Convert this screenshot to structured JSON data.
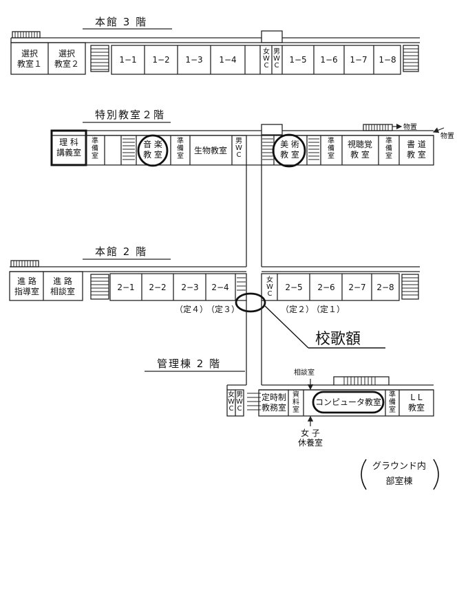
{
  "floors": {
    "honkan3": {
      "title": "本館 3 階",
      "rooms": [
        "選択\n教室１",
        "選択\n教室２",
        "1−1",
        "1−2",
        "1−3",
        "1−4",
        "女\nW\nC",
        "男\nW\nC",
        "1−5",
        "1−6",
        "1−7",
        "1−8"
      ]
    },
    "tokubetsu2": {
      "title": "特別教室２階",
      "rooms": [
        "理 科\n講義室",
        "準\n備\n室",
        "音 楽\n教 室",
        "準\n備\n室",
        "生物教室",
        "男\nW\nC",
        "美 術\n教 室",
        "準\n備\n室",
        "視聴覚\n教 室",
        "準\n備\n室",
        "書 道\n教 室"
      ],
      "storage1": "物置",
      "storage2": "物置"
    },
    "honkan2": {
      "title": "本館 2 階",
      "rooms": [
        "進 路\n指導室",
        "進 路\n相談室",
        "2−1",
        "2−2",
        "2−3",
        "2−4",
        "女\nW\nC",
        "2−5",
        "2−6",
        "2−7",
        "2−8"
      ],
      "tei_labels": [
        "（定４）",
        "（定３）",
        "（定２）",
        "（定１）"
      ]
    },
    "kanri2": {
      "title": "管理棟 2 階",
      "rooms": [
        "女\nW\nC",
        "男\nW\nC",
        "定時制\n教務室",
        "資\n料\n室",
        "コンピュータ教室",
        "準\n備\n室",
        "L L\n教室"
      ],
      "soudan": "相談室",
      "joshi": "女 子\n休養室"
    }
  },
  "annotations": {
    "kokagaku": "校歌額",
    "ground_note": "グラウンド内\n部室棟"
  }
}
